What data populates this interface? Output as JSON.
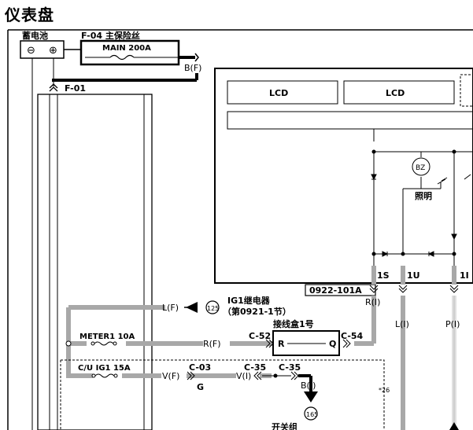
{
  "title": "仪表盘",
  "battery": {
    "label": "蓄电池",
    "minus": "⊖",
    "plus": "⊕"
  },
  "main_fuse": {
    "block_label": "F-04 主保险丝",
    "name": "MAIN 200A",
    "connector": "B(F)"
  },
  "f01": "F-01",
  "meter": {
    "lcd": [
      "LCD",
      "LCD"
    ],
    "buzzer": "BZ",
    "light_label": "照明",
    "connector_id": "0922-101A",
    "pins": [
      "1S",
      "1U",
      "1I"
    ],
    "pin_wires": [
      "R(I)",
      "L(I)",
      "P(I)"
    ]
  },
  "ig1_relay": {
    "wire": "L(F)",
    "ref": "125",
    "name": "IG1继电器",
    "section": "（第0921-1节）"
  },
  "junction_box": {
    "title": "接线盒1号",
    "left_pin": "R",
    "right_pin": "Q",
    "left_conn": "C-52",
    "right_conn": "C-54",
    "in_wire": "R(F)"
  },
  "fuse_meter1": {
    "name": "METER1 10A"
  },
  "fuse_cu": {
    "name": "C/U IG1 15A",
    "wire1": "V(F)",
    "conn1": "C-03",
    "ground": "G",
    "wire2": "V(I)",
    "conn2": "C-35",
    "conn3": "C-35",
    "wire3": "B(I)"
  },
  "switch_ref": "165",
  "switch_group": "开关组",
  "note_26": "*26",
  "colors": {
    "wire_gray": "#a8a8a8",
    "line": "#000000"
  }
}
